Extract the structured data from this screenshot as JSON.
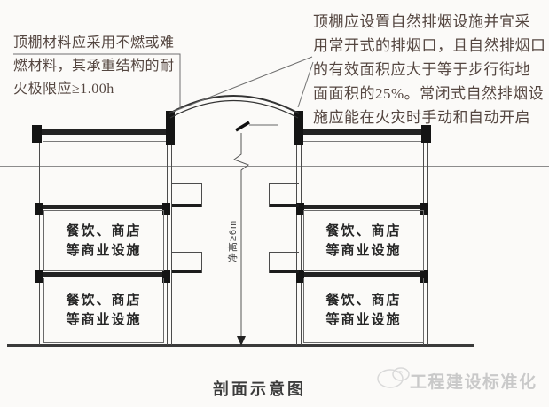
{
  "colors": {
    "background": "#fbfaf8",
    "ink_dark": "#1c1c1c",
    "line_gray": "#8c8c8c",
    "wall_gray": "#4c4c4c",
    "annotation_text": "#544640",
    "room_text": "#262626",
    "watermark_gray": "#c9c9c9"
  },
  "annotations": {
    "top_left": {
      "lines": [
        "顶棚材料应采用不燃或难",
        "燃材料，其承重结构的耐",
        "火极限应≥1.00h"
      ]
    },
    "top_right": {
      "lines": [
        "顶棚应设置自然排烟设施并宜采",
        "用常开式的排烟口，且自然排烟口",
        "的有效面积应大于等于步行街地",
        "面面积的25%。常闭式自然排烟设",
        "施应能在火灾时手动和自动开启"
      ]
    }
  },
  "dimension": {
    "label": "净高≥6m"
  },
  "rooms": [
    {
      "line1": "餐饮、商店",
      "line2": "等商业设施"
    },
    {
      "line1": "餐饮、商店",
      "line2": "等商业设施"
    },
    {
      "line1": "餐饮、商店",
      "line2": "等商业设施"
    },
    {
      "line1": "餐饮、商店",
      "line2": "等商业设施"
    }
  ],
  "caption": "剖面示意图",
  "watermark": {
    "text": "工程建设标准化"
  }
}
